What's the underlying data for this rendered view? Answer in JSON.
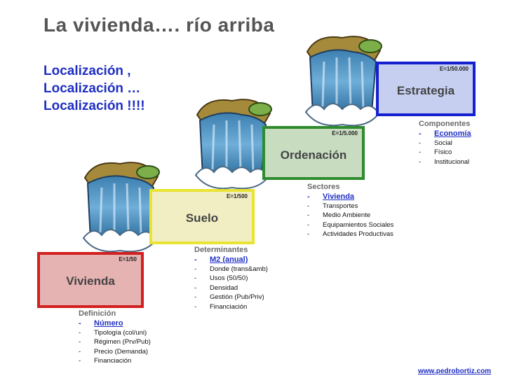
{
  "title": "La vivienda…. río arriba",
  "localizacion": [
    "Localización ,",
    "Localización …",
    "Localización !!!!"
  ],
  "steps": [
    {
      "name": "Vivienda",
      "scale": "E=1/50"
    },
    {
      "name": "Suelo",
      "scale": "E=1/500"
    },
    {
      "name": "Ordenación",
      "scale": "E=1/5.000"
    },
    {
      "name": "Estrategia",
      "scale": "E=1/50.000"
    }
  ],
  "lists": [
    {
      "heading": "Definición",
      "items": [
        "Número",
        "Tipología  (col/uni)",
        "Régimen (Prv/Pub)",
        "Precio (Demanda)",
        "Financiación"
      ]
    },
    {
      "heading": "Determinantes",
      "items": [
        "M2 (anual)",
        "Donde (trans&amb)",
        "Usos (50/50)",
        "Densidad",
        "Gestión (Pub/Priv)",
        "Financiación"
      ]
    },
    {
      "heading": "Sectores",
      "items": [
        "Vivienda",
        "Transportes",
        "Medio Ambiente",
        "Equipamientos Sociales",
        "Actividades Productivas"
      ]
    },
    {
      "heading": "Componentes",
      "items": [
        "Economía",
        "Social",
        "Físico",
        "Institucional"
      ]
    }
  ],
  "dash": "-",
  "url": "www.pedrobortiz.com",
  "colors": {
    "vivienda_border": "#d22020",
    "suelo_border": "#e8e431",
    "ordenacion_border": "#2e8c2e",
    "estrategia_border": "#1520d0",
    "highlight": "#1f2fc4"
  },
  "icons": [
    "waterfall-icon"
  ]
}
